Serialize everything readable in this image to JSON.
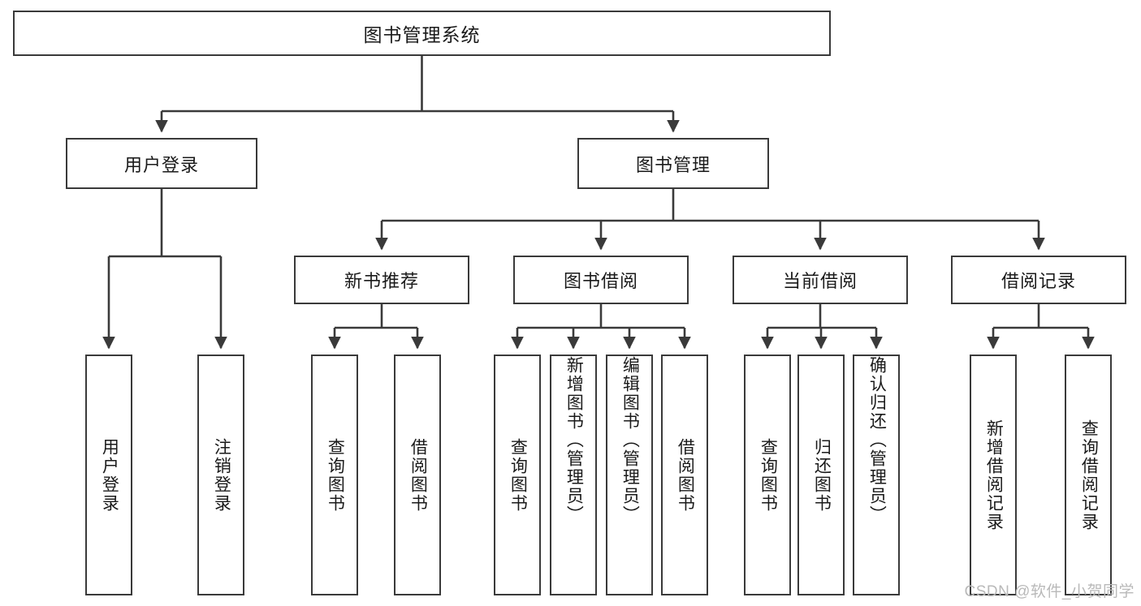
{
  "diagram": {
    "title": "图书管理系统",
    "root": {
      "label": "图书管理系统"
    },
    "level2": [
      {
        "label": "用户登录"
      },
      {
        "label": "图书管理"
      }
    ],
    "level3": [
      {
        "label": "新书推荐"
      },
      {
        "label": "图书借阅"
      },
      {
        "label": "当前借阅"
      },
      {
        "label": "借阅记录"
      }
    ],
    "leaves": {
      "user_login": [
        {
          "label": "用户登录"
        },
        {
          "label": "注销登录"
        }
      ],
      "new_book_recommend": [
        {
          "label": "查询图书"
        },
        {
          "label": "借阅图书"
        }
      ],
      "book_borrow": [
        {
          "label": "查询图书"
        },
        {
          "label": "新增图书（管理员）"
        },
        {
          "label": "编辑图书（管理员）"
        },
        {
          "label": "借阅图书"
        }
      ],
      "current_borrow": [
        {
          "label": "查询图书"
        },
        {
          "label": "归还图书"
        },
        {
          "label": "确认归还（管理员）"
        }
      ],
      "borrow_record": [
        {
          "label": "新增借阅记录"
        },
        {
          "label": "查询借阅记录"
        }
      ]
    }
  },
  "watermark": {
    "text": "CSDN @软件_小贺同学"
  },
  "colors": {
    "border": "#3a3a3a",
    "text": "#1a1a1a",
    "background": "#ffffff",
    "watermark": "#b9b9b9"
  }
}
